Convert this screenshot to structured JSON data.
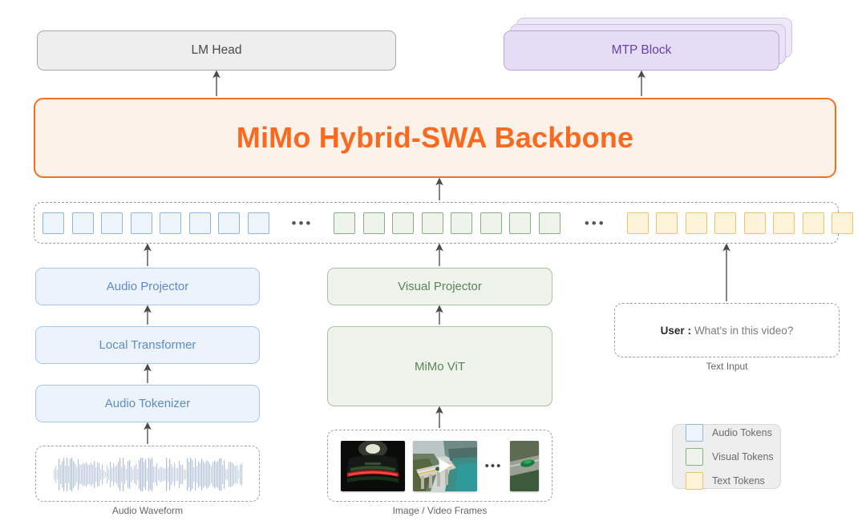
{
  "diagram": {
    "title": "MiMo Hybrid-SWA Backbone multimodal architecture"
  },
  "heads": {
    "lm_head": "LM Head",
    "mtp_block": "MTP Block",
    "mtp_stack_count": 3
  },
  "backbone": {
    "label": "MiMo Hybrid-SWA Backbone",
    "accent_color": "#f96a20",
    "fill_color": "#fdf2ea"
  },
  "token_strip": {
    "groups": [
      {
        "kind": "audio",
        "count": 8,
        "fill": "#eef4fc",
        "border": "#8fb6e2"
      },
      {
        "kind": "visual",
        "count": 8,
        "fill": "#eef3ec",
        "border": "#8aad86"
      },
      {
        "kind": "text",
        "count": 8,
        "fill": "#fdf3d9",
        "border": "#f0c368"
      }
    ],
    "separator": "•••"
  },
  "audio_branch": {
    "projector": "Audio Projector",
    "local_transformer": "Local Transformer",
    "tokenizer": "Audio Tokenizer",
    "input_caption": "Audio Waveform",
    "color": "#5b8cc4"
  },
  "visual_branch": {
    "projector": "Visual Projector",
    "encoder": "MiMo ViT",
    "input_caption": "Image / Video Frames",
    "frames_separator": "•••",
    "color": "#5d8256"
  },
  "text_branch": {
    "user_label": "User :",
    "user_query": "What's in this video?",
    "input_caption": "Text Input"
  },
  "legend": {
    "items": [
      {
        "label": "Audio Tokens",
        "kind": "audio"
      },
      {
        "label": "Visual Tokens",
        "kind": "visual"
      },
      {
        "label": "Text Tokens",
        "kind": "text"
      }
    ]
  }
}
